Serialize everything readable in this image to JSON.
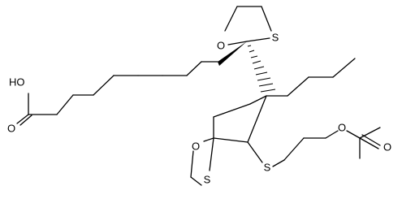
{
  "molecule": {
    "labels": {
      "carboxyl_hydroxyl": "HO",
      "carboxyl_oxygen": "O",
      "upper_ring_oxygen": "O",
      "upper_ring_sulfur": "S",
      "lower_ring_oxygen": "O",
      "lower_ring_sulfur": "S",
      "thioether_sulfur": "S",
      "ester_oxygen": "O",
      "carbonyl_oxygen": "O"
    }
  }
}
